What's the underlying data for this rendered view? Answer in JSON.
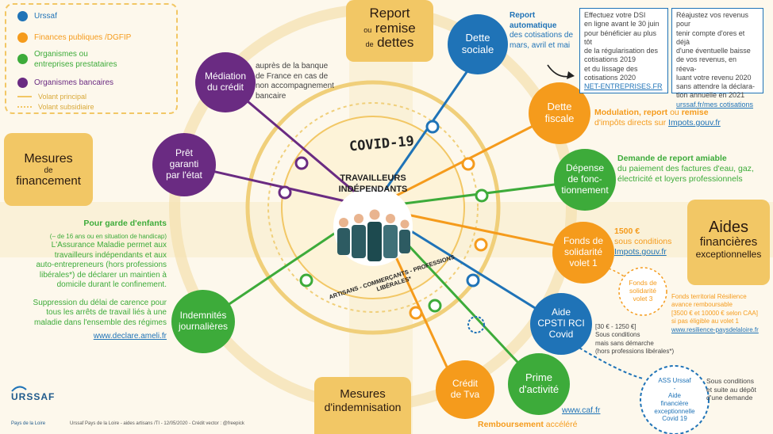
{
  "legend": {
    "items": [
      {
        "label": "Urssaf",
        "color": "#1f73b7"
      },
      {
        "label": "Finances publiques /DGFIP",
        "color": "#f59b1c"
      },
      {
        "label": "Organismes ou",
        "label2": "entreprises prestataires",
        "color": "#3dab3a"
      },
      {
        "label": "Organismes bancaires",
        "color": "#6a2b82"
      }
    ],
    "volant_principal": "Volant principal",
    "volant_subsidiaire": "Volant subsidiaire"
  },
  "center": {
    "covid": "COVID-19",
    "title1": "TRAVAILLEURS",
    "title2": "INDÉPENDANTS",
    "arc_text": "ARTISANS - COMMERÇANTS - PROFESSIONS LIBÉRALES*"
  },
  "tags": {
    "report": {
      "l1": "Report",
      "l2a": "ou",
      "l2b": "remise",
      "l3a": "de",
      "l3b": "dettes"
    },
    "mesures_financement": {
      "l1": "Mesures",
      "l2": "de",
      "l3": "financement"
    },
    "aides": {
      "l1": "Aides",
      "l2": "financières",
      "l3": "exceptionnelles"
    },
    "mesures_indemnisation": {
      "l1": "Mesures",
      "l2": "d'indemnisation"
    }
  },
  "bubbles": {
    "dette_sociale": {
      "l1": "Dette",
      "l2": "sociale"
    },
    "dette_fiscale": {
      "l1": "Dette",
      "l2": "fiscale"
    },
    "depense": {
      "l1": "Dépense",
      "l2": "de fonc-",
      "l3": "tionnement"
    },
    "fonds": {
      "l1": "Fonds de",
      "l2": "solidarité",
      "l3": "volet 1"
    },
    "aide_cpsti": {
      "l1": "Aide",
      "l2": "CPSTI RCI",
      "l3": "Covid"
    },
    "prime": {
      "l1": "Prime",
      "l2": "d'activité"
    },
    "credit": {
      "l1": "Crédit",
      "l2": "de Tva"
    },
    "indemnites": {
      "l1": "Indemnités",
      "l2": "journalières"
    },
    "pret": {
      "l1": "Prêt",
      "l2": "garanti",
      "l3": "par l'état"
    },
    "mediation": {
      "l1": "Médiation",
      "l2": "du crédit"
    }
  },
  "texts": {
    "report_auto": {
      "l1": "Report",
      "l2": "automatique",
      "l3": "des cotisations de",
      "l4": "mars, avril et mai"
    },
    "box1": [
      "Effectuez votre DSI",
      "en ligne avant le 30 juin",
      "pour bénéficier au plus tôt",
      "de la régularisation des",
      "cotisations 2019",
      "et du lissage des",
      "cotisations 2020"
    ],
    "box1_link": "NET-ENTREPRISES.FR",
    "box2": [
      "Réajustez vos revenus pour",
      "tenir compte d'ores et déjà",
      "d'une éventuelle baisse",
      "de vos revenus, en réeva-",
      "luant votre revenu 2020",
      "sans attendre la déclara-",
      "tion annuelle en 2021"
    ],
    "box2_link": "urssaf.fr/mes cotisations",
    "modulation": {
      "a": "Modulation, report",
      "b": " ou ",
      "c": "remise",
      "l2": "d'impôts directs sur ",
      "link": "Impots.gouv.fr"
    },
    "demande": {
      "l1": "Demande de report amiable",
      "l2": "du paiement des factures d'eau, gaz,",
      "l3": "électricité et loyers professionnels"
    },
    "fonds_amount": {
      "l1": "1500 €",
      "l2": "sous conditions",
      "link": "Impots.gouv.fr"
    },
    "fonds3": {
      "l1": "Fonds de",
      "l2": "solidarité",
      "l3": "volet 3"
    },
    "fonds_territorial": [
      "Fonds territorial Résilience",
      "avance remboursable",
      "[3500 € et 10000 € selon CAA]",
      "si pas éligible au volet 1"
    ],
    "fonds_territorial_link": "www.resilience-paysdelaloire.fr",
    "cpsti_cond": [
      "[30 € - 1250 €]",
      "Sous conditions",
      "mais sans démarche",
      "(hors professions libérales*)"
    ],
    "ass": [
      "ASS Urssaf",
      "-",
      "Aide",
      "financière",
      "exceptionnelle",
      "Covid 19"
    ],
    "ass_cond": [
      "Sous conditions",
      "et suite au dépôt",
      "d'une demande"
    ],
    "caf_link": "www.caf.fr",
    "remboursement": {
      "a": "Remboursement",
      "b": " accéléré"
    },
    "garde": {
      "title": "Pour garde d'enfants",
      "sub": "(– de 16 ans ou en situation de handicap)",
      "p1": [
        "L'Assurance Maladie permet aux",
        "travailleurs indépendants et aux",
        "auto-entrepreneurs (hors professions",
        "libérales*) de déclarer un maintien à",
        "domicile durant le confinement."
      ],
      "p2": [
        "Suppression du délai de carence pour",
        "tous les arrêts de travail liés à une",
        "maladie dans l'ensemble des régimes"
      ],
      "link": "www.declare.ameli.fr"
    },
    "mediation_desc": [
      "auprès de la banque",
      "de France en cas de",
      "non accompagnement",
      "bancaire"
    ]
  },
  "footer": {
    "brand": "URSSAF",
    "region": "Pays de la Loire",
    "credits": "Urssaf Pays de la Loire - aides artisans /TI - 12/05/2020 - Crédit vector : @freepick"
  }
}
